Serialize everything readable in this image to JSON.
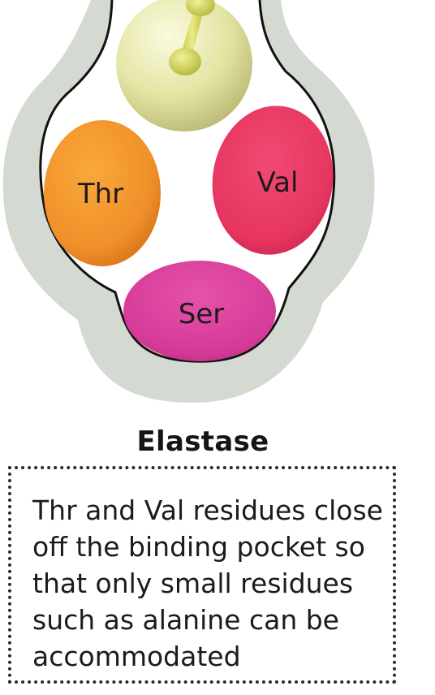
{
  "residues": [
    {
      "name": "Thr",
      "color": "#f49a2e"
    },
    {
      "name": "Val",
      "color": "#ea3c67"
    },
    {
      "name": "Ser",
      "color": "#dc3c9a"
    }
  ],
  "substrate": {
    "color": "#e6e7a8"
  },
  "pocket": {
    "wall_color": "#d3d9d1",
    "outline_color": "#111111"
  },
  "title": "Elastase",
  "caption": "Thr and Val residues close off the binding pocket so that only small residues such as alanine can be accommodated"
}
